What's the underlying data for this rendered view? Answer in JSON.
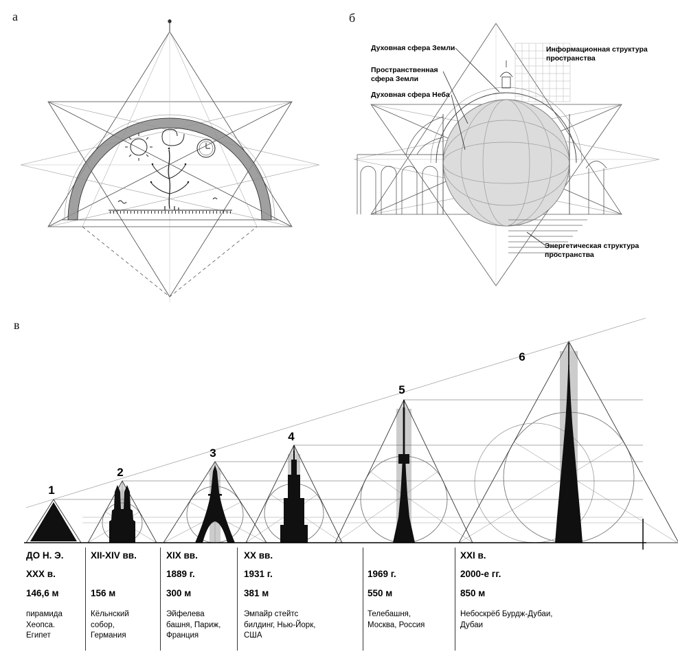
{
  "figure": {
    "panel_a": {
      "label": "а"
    },
    "panel_b": {
      "label": "б",
      "annotations": {
        "spiritual_earth": "Духовная сфера Земли",
        "spatial_earth": "Пространственная сфера Земли",
        "spiritual_sky": "Духовная сфера Неба",
        "information_structure": "Информационная структура пространства",
        "energy_structure": "Энергетическая структура пространства"
      }
    },
    "panel_v": {
      "label": "в",
      "structures": [
        {
          "num": "1",
          "era": "ДО Н. Э.",
          "year": "XXX в.",
          "height": "146,6 м",
          "name": "пирамида Хеопса. Египет"
        },
        {
          "num": "2",
          "era": "XII-XIV вв.",
          "year": "",
          "height": "156 м",
          "name": "Кёльнский собор, Германия"
        },
        {
          "num": "3",
          "era": "XIX вв.",
          "year": "1889 г.",
          "height": "300 м",
          "name": "Эйфелева башня, Париж, Франция"
        },
        {
          "num": "4",
          "era": "XX вв.",
          "year": "1931 г.",
          "height": "381 м",
          "name": "Эмпайр стейтс билдинг, Нью-Йорк, США"
        },
        {
          "num": "5",
          "era": "",
          "year": "1969 г.",
          "height": "550 м",
          "name": "Телебашня, Москва, Россия"
        },
        {
          "num": "6",
          "era": "XXI в.",
          "year": "2000-е гг.",
          "height": "850 м",
          "name": "Небоскрёб Бурдж-Дубаи, Дубаи"
        }
      ]
    }
  }
}
